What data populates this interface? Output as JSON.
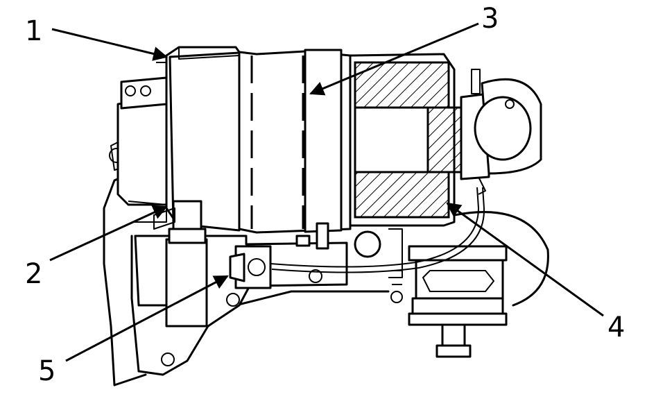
{
  "figure": {
    "callouts": [
      {
        "id": "1",
        "label": "1"
      },
      {
        "id": "2",
        "label": "2"
      },
      {
        "id": "3",
        "label": "3"
      },
      {
        "id": "4",
        "label": "4"
      },
      {
        "id": "5",
        "label": "5"
      }
    ]
  },
  "colors": {
    "ink": "#000000",
    "paper": "#ffffff"
  }
}
